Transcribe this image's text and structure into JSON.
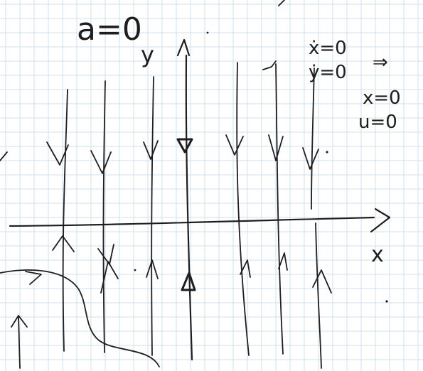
{
  "equation": "a=0",
  "axes": {
    "x_label": "x",
    "y_label": "y"
  },
  "system": {
    "line1": "ẋ=0",
    "line2": "ẏ=0"
  },
  "implies": "⇒",
  "result": {
    "line1": "x=0",
    "line2": "u=0"
  },
  "colors": {
    "ink": "#1e1e1e",
    "grid": "#cfe0ec",
    "paper": "#ffffff"
  }
}
